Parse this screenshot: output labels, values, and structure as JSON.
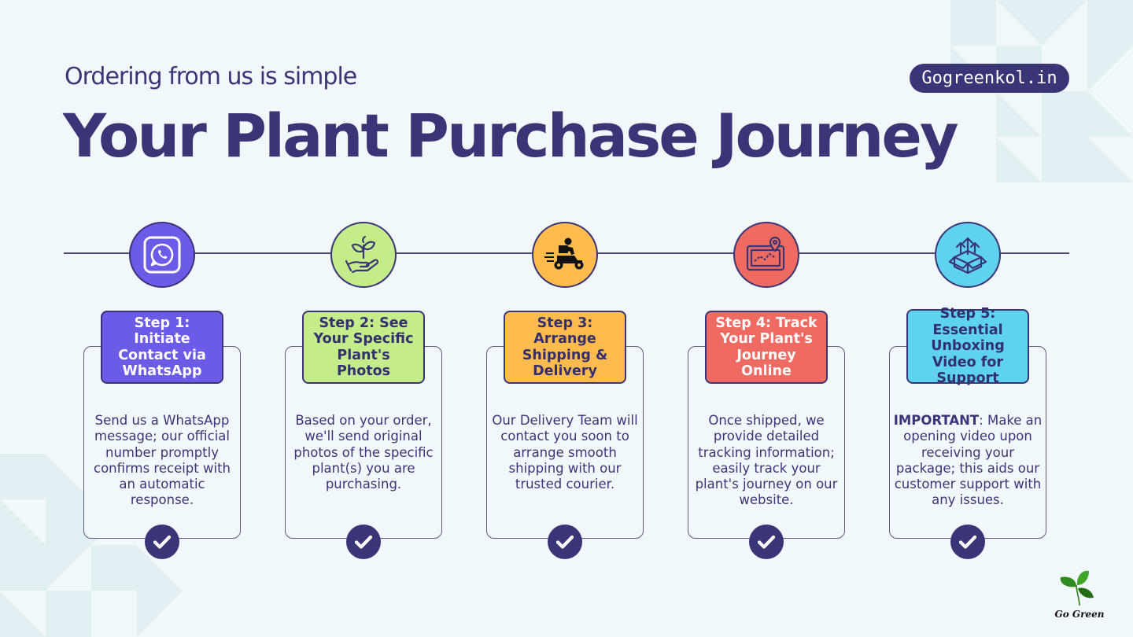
{
  "header": {
    "subtitle": "Ordering from us is simple",
    "title": "Your Plant Purchase Journey",
    "website": "Gogreenkol.in"
  },
  "steps": [
    {
      "label": "Step 1: Initiate Contact via WhatsApp",
      "description": "Send us a WhatsApp message; our official number promptly confirms receipt with an automatic response.",
      "icon": "whatsapp-icon",
      "color": "#6b5ce7"
    },
    {
      "label": "Step 2: See Your Specific Plant's Photos",
      "description": "Based on your order, we'll send original photos of the specific plant(s) you are purchasing.",
      "icon": "plant-hand-icon",
      "color": "#c4ec8b"
    },
    {
      "label": "Step 3: Arrange Shipping & Delivery",
      "description": "Our Delivery Team will contact you soon to arrange smooth shipping with our trusted courier.",
      "icon": "delivery-scooter-icon",
      "color": "#ffbb4c"
    },
    {
      "label": "Step 4: Track Your Plant's Journey Online",
      "description": "Once shipped, we provide detailed tracking information; easily track your plant's journey on our website.",
      "icon": "map-tracking-icon",
      "color": "#ef6b61"
    },
    {
      "label": "Step 5: Essential Unboxing Video for Support",
      "description_bold": "IMPORTANT",
      "description": ": Make an opening video upon receiving your package; this aids our customer support with any issues.",
      "icon": "unboxing-icon",
      "color": "#5fd2ee"
    }
  ],
  "logo": {
    "text": "Go Green",
    "icon": "leaf-logo-icon"
  },
  "colors": {
    "primary": "#3a3577",
    "background": "#f1f8fb",
    "deco": "#dcecf0"
  }
}
